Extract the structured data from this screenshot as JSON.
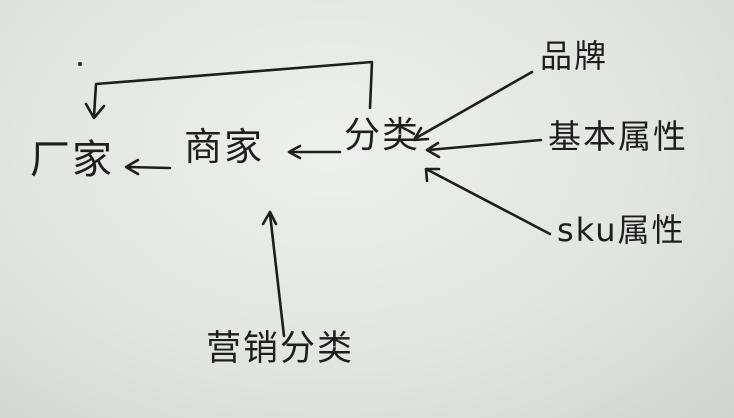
{
  "diagram": {
    "nodes": {
      "factory": "厂家",
      "merchant": "商家",
      "category": "分类",
      "brand": "品牌",
      "basic_attr": "基本属性",
      "sku_attr": "sku属性",
      "marketing_category": "营销分类"
    },
    "edges": [
      {
        "from": "merchant",
        "to": "factory"
      },
      {
        "from": "category",
        "to": "merchant"
      },
      {
        "from": "category",
        "to": "factory",
        "style": "bracket-loop"
      },
      {
        "from": "brand",
        "to": "category"
      },
      {
        "from": "basic_attr",
        "to": "category"
      },
      {
        "from": "sku_attr",
        "to": "category"
      },
      {
        "from": "marketing_category",
        "to": "merchant"
      }
    ],
    "ink_color": "#1e1e1e",
    "background": "whiteboard"
  }
}
